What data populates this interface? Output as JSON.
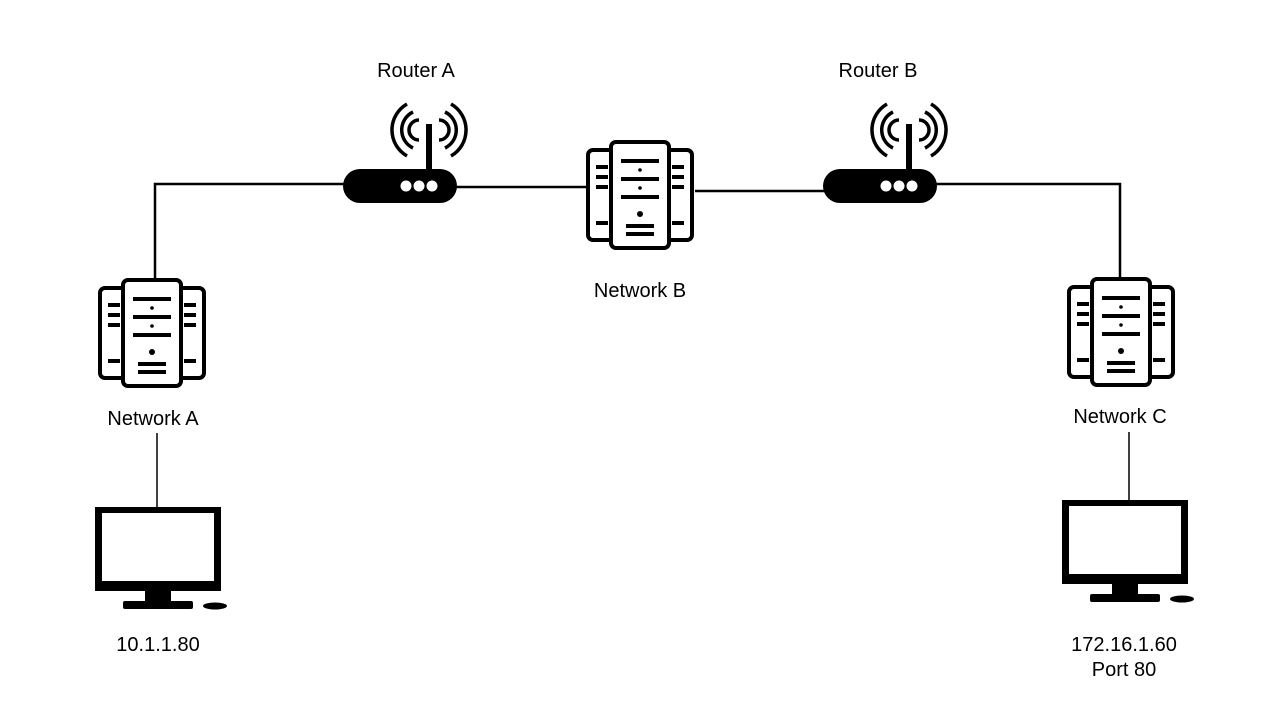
{
  "nodes": {
    "router_a": {
      "label": "Router A",
      "icon": "wifi-router-icon"
    },
    "router_b": {
      "label": "Router B",
      "icon": "wifi-router-icon"
    },
    "network_a": {
      "label": "Network A",
      "icon": "server-rack-icon"
    },
    "network_b": {
      "label": "Network B",
      "icon": "server-rack-icon"
    },
    "network_c": {
      "label": "Network C",
      "icon": "server-rack-icon"
    },
    "computer_a": {
      "label": "10.1.1.80",
      "icon": "desktop-computer-icon"
    },
    "computer_c": {
      "label_ip": "172.16.1.60",
      "label_port": "Port 80",
      "icon": "desktop-computer-icon"
    }
  },
  "colors": {
    "stroke": "#000000",
    "background": "#ffffff"
  }
}
